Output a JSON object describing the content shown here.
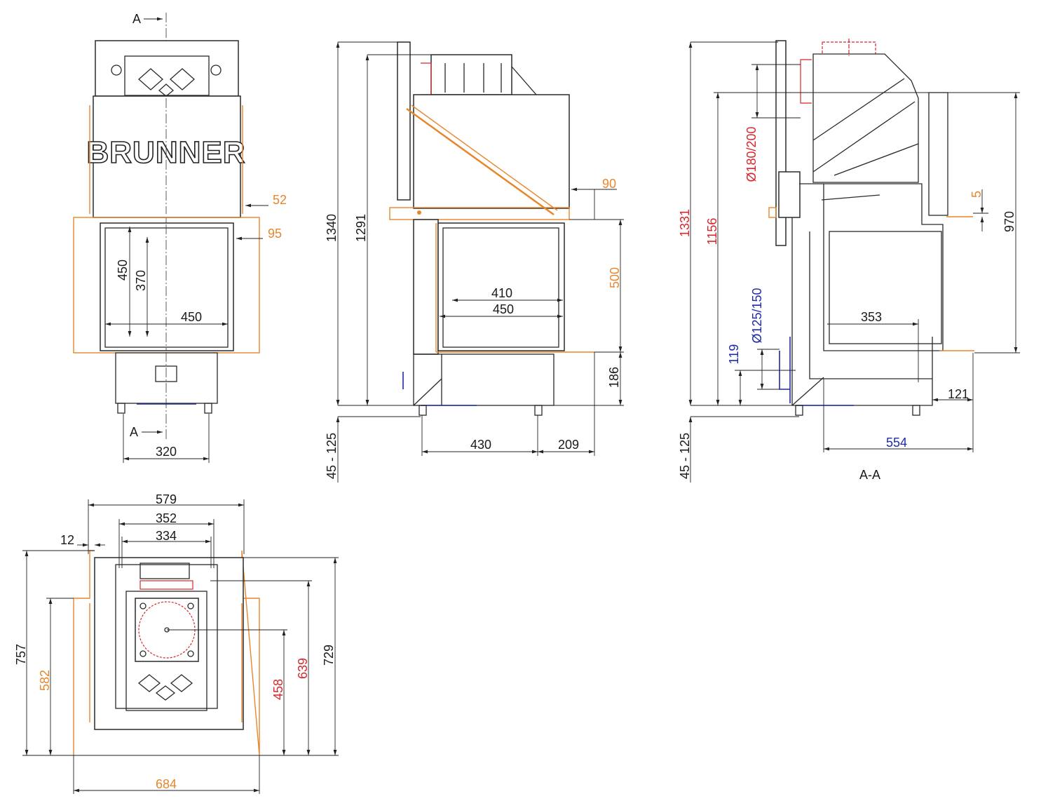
{
  "drawing": {
    "brand_logo": "BRUNNER",
    "section_marker": "A",
    "section_title": "A-A",
    "colors": {
      "outline": "#2a2a2a",
      "orange": "#e8862a",
      "red": "#d9262a",
      "blue": "#1f2aa8"
    }
  },
  "front_view": {
    "dim_52": "52",
    "dim_95": "95",
    "dim_450_h": "450",
    "dim_370": "370",
    "dim_450_w": "450",
    "dim_320": "320"
  },
  "side_view": {
    "dim_1340": "1340",
    "dim_1291": "1291",
    "dim_90": "90",
    "dim_500": "500",
    "dim_186": "186",
    "dim_410": "410",
    "dim_450": "450",
    "dim_430": "430",
    "dim_209": "209",
    "dim_feet": "45 - 125"
  },
  "section_view": {
    "dim_1331": "1331",
    "dim_1156": "1156",
    "dim_flue_top": "Ø180/200",
    "dim_flue_rear": "Ø125/150",
    "dim_119": "119",
    "dim_5": "5",
    "dim_970": "970",
    "dim_353": "353",
    "dim_121": "121",
    "dim_554": "554",
    "dim_feet": "45 - 125"
  },
  "top_view": {
    "dim_579": "579",
    "dim_352": "352",
    "dim_334": "334",
    "dim_12": "12",
    "dim_757": "757",
    "dim_582": "582",
    "dim_458": "458",
    "dim_639": "639",
    "dim_729": "729",
    "dim_684": "684"
  }
}
